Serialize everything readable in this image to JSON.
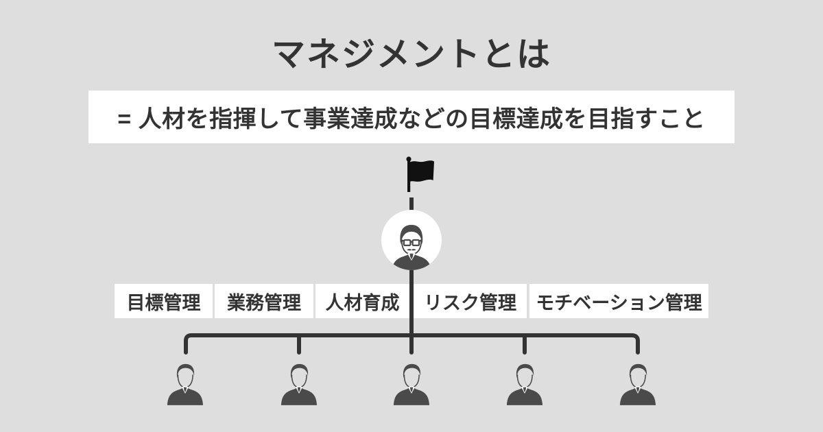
{
  "header": {
    "title": "マネジメントとは",
    "definition": "= 人材を指揮して事業達成などの目標達成を目指すこと"
  },
  "diagram": {
    "flag_icon": "goal-flag",
    "manager_icon": "manager-with-glasses",
    "member_icon": "businessman-bust",
    "management_areas": [
      {
        "label": "目標管理"
      },
      {
        "label": "業務管理"
      },
      {
        "label": "人材育成"
      },
      {
        "label": "リスク管理"
      },
      {
        "label": "モチベーション管理"
      }
    ],
    "team_member_count": 5
  },
  "colors": {
    "background": "#dedede",
    "panel_white": "#ffffff",
    "text_dark": "#333333",
    "line": "#333333",
    "flag_black": "#111111",
    "person_gray": "#4a4a4a"
  }
}
